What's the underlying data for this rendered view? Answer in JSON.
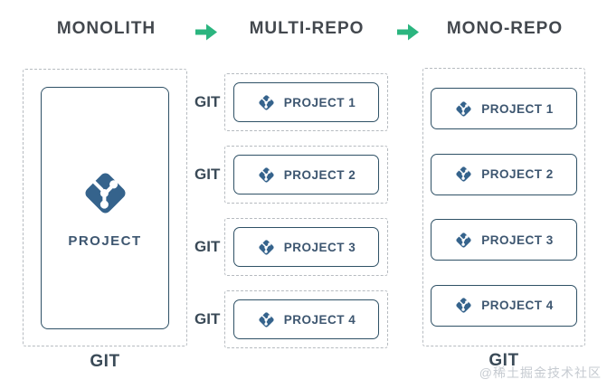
{
  "header": {
    "stages": [
      {
        "label": "MONOLITH"
      },
      {
        "label": "MULTI-REPO"
      },
      {
        "label": "MONO-REPO"
      }
    ],
    "arrow_icon": "arrow-right"
  },
  "monolith": {
    "project": "PROJECT",
    "git_label": "GIT"
  },
  "multi_repo": {
    "rows": [
      {
        "git_label": "GIT",
        "project": "PROJECT 1"
      },
      {
        "git_label": "GIT",
        "project": "PROJECT 2"
      },
      {
        "git_label": "GIT",
        "project": "PROJECT 3"
      },
      {
        "git_label": "GIT",
        "project": "PROJECT 4"
      }
    ]
  },
  "mono_repo": {
    "projects": [
      {
        "label": "PROJECT 1"
      },
      {
        "label": "PROJECT 2"
      },
      {
        "label": "PROJECT 3"
      },
      {
        "label": "PROJECT 4"
      }
    ],
    "git_label": "GIT"
  },
  "watermark": "@稀土掘金技术社区",
  "icons": {
    "git_logo": "git-logo",
    "arrow": "arrow-right"
  },
  "colors": {
    "accent_green": "#2bb57f",
    "git_blue": "#35638c",
    "border_blue": "#2f5166",
    "text_dark": "#43484e",
    "git_label_color": "#3a4a57",
    "project_text": "#3d5670",
    "dashed_border": "#b6bbc0",
    "watermark_color": "#c6cbd1"
  }
}
